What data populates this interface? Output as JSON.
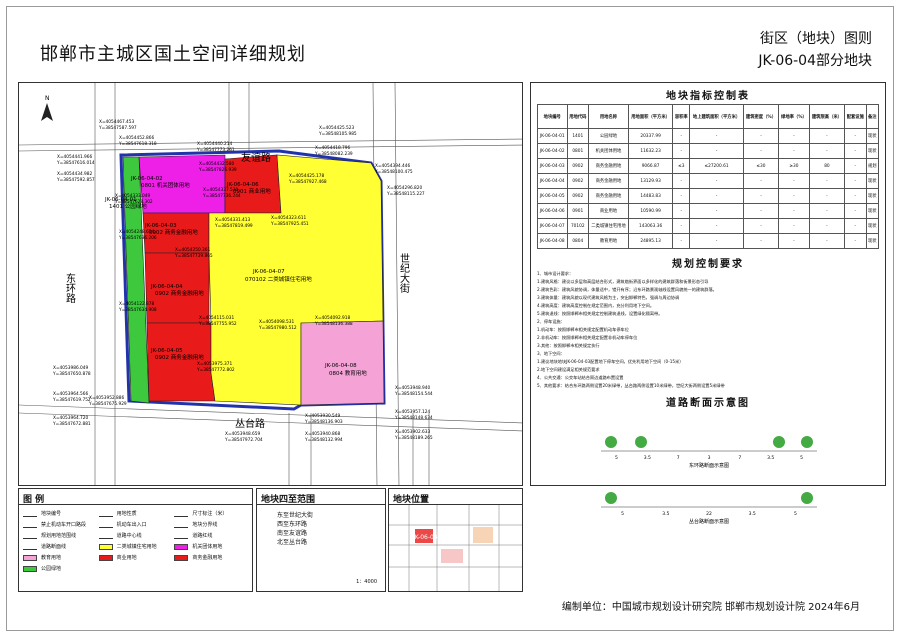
{
  "title": "邯郸市主城区国土空间详细规划",
  "header_right": {
    "line1": "街区（地块）图则",
    "line2": "JK-06-04部分地块"
  },
  "map": {
    "roads": [
      "东环路",
      "世纪大街",
      "丛台路",
      "友谊路"
    ],
    "parcels": [
      {
        "id": "JK-06-04-01",
        "use": "1401 公园绿地",
        "color": "#3ec83e"
      },
      {
        "id": "JK-06-04-02",
        "use": "0801 机关团体用地",
        "color": "#ee1fe6"
      },
      {
        "id": "JK-06-04-03",
        "use": "0902 商务金融用地",
        "color": "#e81a1a"
      },
      {
        "id": "JK-06-04-04",
        "use": "0902 商务金融用地",
        "color": "#e81a1a"
      },
      {
        "id": "JK-06-04-05",
        "use": "0902 商务金融用地",
        "color": "#e81a1a"
      },
      {
        "id": "JK-06-04-06",
        "use": "0901 商业用地",
        "color": "#e81a1a"
      },
      {
        "id": "JK-06-04-07",
        "use": "070102 二类城镇住宅用地",
        "color": "#ffff33"
      },
      {
        "id": "JK-06-04-08",
        "use": "0804 教育用地",
        "color": "#f5a3d6"
      }
    ],
    "coords": [
      "X=4054467.453",
      "Y=38547587.597",
      "X=4054452.866",
      "Y=38547618.318",
      "X=4054441.966",
      "Y=38547616.014",
      "X=4054434.982",
      "Y=38547592.857",
      "X=4054440.214",
      "Y=38547773.261",
      "X=4054432.580",
      "Y=38547826.939",
      "X=4054425.523",
      "Y=38548105.985",
      "X=4054418.796",
      "Y=38548082.239",
      "X=4054425.178",
      "Y=38547927.468",
      "X=4054394.446",
      "Y=38548100.475",
      "X=4054337.530",
      "Y=38547736.244",
      "X=4054331.413",
      "Y=38547819.499",
      "X=4054323.611",
      "Y=38547925.451",
      "X=4054296.820",
      "Y=38548115.227",
      "X=4054333.049",
      "Y=38547628.302",
      "X=4054250.361",
      "Y=38547739.865",
      "X=4054248.654",
      "Y=38547636.206",
      "X=4054122.878",
      "Y=38547634.908",
      "X=4054115.031",
      "Y=38547755.952",
      "X=4054098.531",
      "Y=38547980.512",
      "X=4054092.918",
      "Y=38548136.388",
      "X=4053975.371",
      "Y=38547772.802",
      "X=4053986.049",
      "Y=38547650.878",
      "X=4053964.566",
      "Y=38547619.752",
      "X=4053964.720",
      "Y=38547672.881",
      "X=4053952.886",
      "Y=38547675.929",
      "X=4053948.940",
      "Y=38548154.544",
      "X=4053957.124",
      "Y=38548148.634",
      "X=4053930.549",
      "Y=38548136.903",
      "X=4053948.659",
      "Y=38547972.704",
      "X=4053940.868",
      "Y=38548132.994",
      "X=4053902.633",
      "Y=38548189.265"
    ],
    "compass": "N"
  },
  "control_table": {
    "title": "地块指标控制表",
    "headers": [
      "地块编号",
      "用地代码",
      "用地名称",
      "用地面积（平方米）",
      "容积率",
      "地上建筑面积（平方米）",
      "建筑密度（%）",
      "绿地率（%）",
      "建筑限高（米）",
      "配套设施",
      "备注"
    ],
    "rows": [
      [
        "JK-06-04-01",
        "1401",
        "公园绿地",
        "20337.99",
        "-",
        "-",
        "-",
        "-",
        "-",
        "-",
        "现状"
      ],
      [
        "JK-06-04-02",
        "0801",
        "机关团体用地",
        "11632.23",
        "-",
        "-",
        "-",
        "-",
        "-",
        "-",
        "现状"
      ],
      [
        "JK-06-04-03",
        "0902",
        "商务金融用地",
        "9066.87",
        "≤3",
        "≤27200.61",
        "≤30",
        "≥30",
        "80",
        "-",
        "规划"
      ],
      [
        "JK-06-04-04",
        "0902",
        "商务金融用地",
        "13129.93",
        "-",
        "-",
        "-",
        "-",
        "-",
        "-",
        "现状"
      ],
      [
        "JK-06-04-05",
        "0902",
        "商务金融用地",
        "14483.83",
        "-",
        "-",
        "-",
        "-",
        "-",
        "-",
        "现状"
      ],
      [
        "JK-06-04-06",
        "0901",
        "商业用地",
        "10590.99",
        "-",
        "-",
        "-",
        "-",
        "-",
        "-",
        "现状"
      ],
      [
        "JK-06-04-07",
        "70102",
        "二类城镇住宅用地",
        "143063.36",
        "-",
        "-",
        "-",
        "-",
        "-",
        "-",
        "现状"
      ],
      [
        "JK-06-04-08",
        "0804",
        "教育用地",
        "24895.13",
        "-",
        "-",
        "-",
        "-",
        "-",
        "-",
        "现状"
      ]
    ]
  },
  "requirements": {
    "title": "规划控制要求",
    "items": [
      "1、城市设计要求：",
      "1.建筑风格：建议以多层和高层结合形式，建筑临街界面以多样化的建筑群落和街景形态引导",
      "2.建筑色彩：建筑风貌协调，体量适中，错开有序；沿东环路景观轴线设置风貌统一的建筑群落。",
      "3.建筑体量：建筑风貌以现代建筑风格为主，突出邯郸特色，强调与周边协调",
      "4.建筑高度：建筑高度控制在规定范围内，充分利用地下空间。",
      "5.建筑退线：按照邯郸市相关规定控制建筑退线，设置绿化隔离带。",
      "2、停车设施：",
      "1.机动车：按照邯郸市相关规定配置机动车停车位",
      "2.非机动车：按照邯郸市相关规定配置非机动车停车位",
      "3.其他：按照邯郸市相关规定执行",
      "3、地下空间：",
      "1.建议地块地块JK-06-04-03配置地下停车空间，优先利用地下空间（0-15米）",
      "2.地下空间建设满足相关规范要求",
      "4、公共交通：公交车站结合周边道路布置设置",
      "5、其他要求：结合东环路两侧设置20米绿带，丛台路两侧设置10米绿带，世纪大街两侧设置5米绿带"
    ]
  },
  "road_sections": {
    "title": "道路断面示意图",
    "items": [
      {
        "caption": "东环路断面示意图",
        "dims": [
          "5",
          "3.5",
          "7",
          "3",
          "7",
          "3.5",
          "5"
        ]
      },
      {
        "caption": "丛台路断面示意图",
        "dims": [
          "5",
          "3.5",
          "22",
          "3.5",
          "5"
        ]
      }
    ]
  },
  "legend": {
    "title": "图 例",
    "items": [
      {
        "label": "地块编号",
        "kind": "line"
      },
      {
        "label": "用地性质",
        "kind": "line"
      },
      {
        "label": "尺寸标注（米）",
        "kind": "line"
      },
      {
        "label": "禁止机动车开口路段",
        "kind": "line"
      },
      {
        "label": "机动车出入口",
        "kind": "line"
      },
      {
        "label": "地块分界线",
        "kind": "line"
      },
      {
        "label": "规划用地范围线",
        "kind": "line"
      },
      {
        "label": "道路中心线",
        "kind": "line"
      },
      {
        "label": "道路红线",
        "kind": "line"
      },
      {
        "label": "道路断面线",
        "kind": "line"
      },
      {
        "label": "二类城镇住宅用地",
        "kind": "fill",
        "color": "#ffff33"
      },
      {
        "label": "机关团体用地",
        "kind": "fill",
        "color": "#ee1fe6"
      },
      {
        "label": "教育用地",
        "kind": "fill",
        "color": "#f5a3d6"
      },
      {
        "label": "商业用地",
        "kind": "fill",
        "color": "#e81a1a"
      },
      {
        "label": "商务金融用地",
        "kind": "fill",
        "color": "#e81a1a"
      },
      {
        "label": "公园绿地",
        "kind": "fill",
        "color": "#3ec83e"
      }
    ]
  },
  "scope": {
    "title": "地块四至范围",
    "lines": [
      "东至世纪大街",
      "西至东环路",
      "南至友谊路",
      "北至丛台路"
    ],
    "scale": "1：4000"
  },
  "location": {
    "title": "地块位置",
    "label": "JK-06-04"
  },
  "footer": "编制单位：中国城市规划设计研究院  邯郸市规划设计院        2024年6月"
}
